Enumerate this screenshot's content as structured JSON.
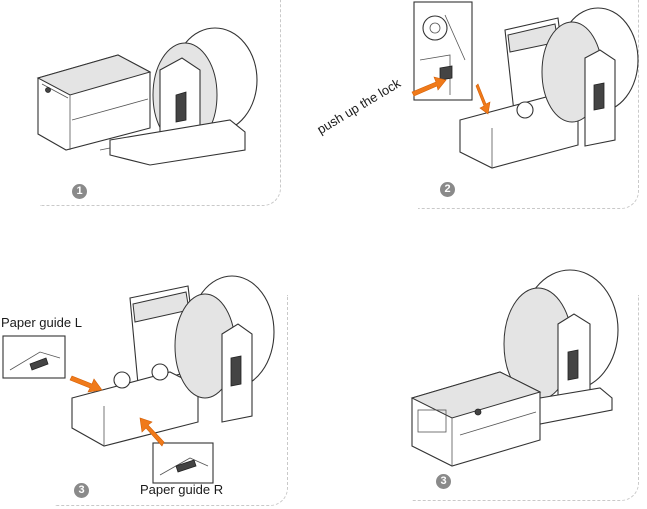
{
  "steps": [
    {
      "number": "1"
    },
    {
      "number": "2",
      "callout": "push up the lock"
    },
    {
      "number": "3",
      "callout_left": "Paper guide L",
      "callout_right": "Paper guide R"
    },
    {
      "number": "3"
    }
  ],
  "colors": {
    "arrow": "#f07a1a",
    "badge": "#8a8a8a",
    "frame": "#c9c9c9"
  }
}
